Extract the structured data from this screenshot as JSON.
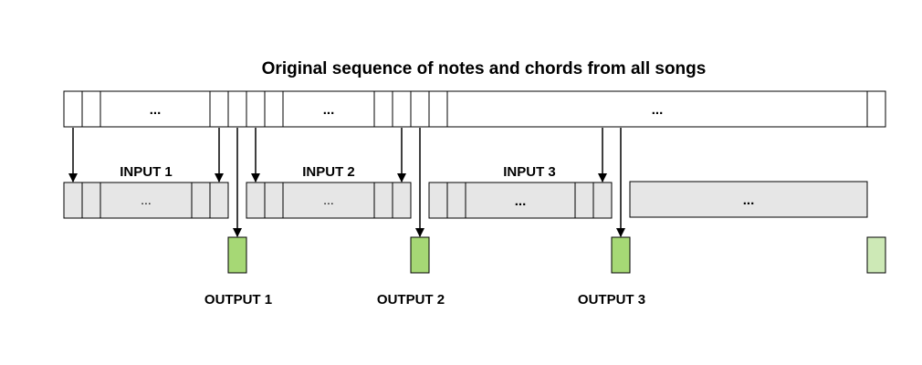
{
  "title": "Original sequence of notes and chords from all songs",
  "ellipsis": "...",
  "inputs": [
    {
      "label": "INPUT 1"
    },
    {
      "label": "INPUT 2"
    },
    {
      "label": "INPUT 3"
    }
  ],
  "outputs": [
    {
      "label": "OUTPUT 1"
    },
    {
      "label": "OUTPUT 2"
    },
    {
      "label": "OUTPUT 3"
    }
  ],
  "colors": {
    "input_fill": "#e6e6e6",
    "output_fill": "#a6d875",
    "output_fill_faded": "#cde9b6",
    "stroke": "#000000"
  }
}
